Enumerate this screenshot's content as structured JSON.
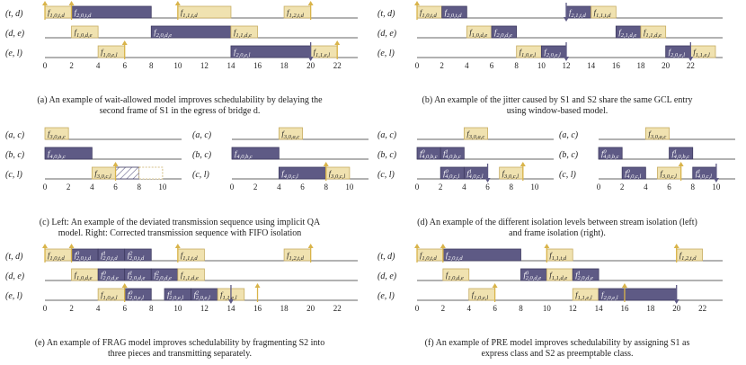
{
  "colors": {
    "tan": "#f0e2b0",
    "tan_stroke": "#c7ad62",
    "purple": "#5e5a85",
    "purple_stroke": "#3e3a60",
    "axis": "#333333",
    "arrow_up": "#d9b44a",
    "arrow_dn": "#5e5a85"
  },
  "panels": [
    {
      "id": "a",
      "caption": [
        "(a) An example of wait-allowed model improves schedulability by delaying the",
        "second frame of S1 in the egress of bridge d."
      ],
      "rows": [
        {
          "label": "(t, d)",
          "bars": [
            {
              "s": 0,
              "e": 2,
              "c": "t",
              "text": "f1,0,t,d"
            },
            {
              "s": 2,
              "e": 8,
              "c": "p",
              "text": "f2,0,t,d"
            },
            {
              "s": 10,
              "e": 14,
              "c": "t",
              "text": "f1,1,t,d"
            },
            {
              "s": 18,
              "e": 20,
              "c": "t",
              "text": "f1,2,t,d"
            }
          ],
          "arrows": [
            {
              "x": 0,
              "d": "up"
            },
            {
              "x": 2,
              "d": "up"
            },
            {
              "x": 10,
              "d": "up"
            },
            {
              "x": 20,
              "d": "up"
            }
          ]
        },
        {
          "label": "(d, e)",
          "bars": [
            {
              "s": 2,
              "e": 4,
              "c": "t",
              "text": "f1,0,d,e"
            },
            {
              "s": 8,
              "e": 14,
              "c": "p",
              "text": "f2,0,d,e"
            },
            {
              "s": 14,
              "e": 16,
              "c": "t",
              "text": "f1,1,d,e"
            }
          ],
          "arrows": []
        },
        {
          "label": "(e, l)",
          "bars": [
            {
              "s": 4,
              "e": 6,
              "c": "t",
              "text": "f1,0,e,l"
            },
            {
              "s": 14,
              "e": 20,
              "c": "p",
              "text": "f2,0,e,l"
            },
            {
              "s": 20,
              "e": 22,
              "c": "t",
              "text": "f1,1,e,l"
            }
          ],
          "arrows": [
            {
              "x": 6,
              "d": "up"
            },
            {
              "x": 20,
              "d": "dn"
            },
            {
              "x": 22,
              "d": "up"
            }
          ]
        }
      ],
      "ticks": [
        "0",
        "2",
        "4",
        "6",
        "8",
        "10",
        "12",
        "14",
        "16",
        "18",
        "20",
        "22"
      ]
    },
    {
      "id": "b",
      "caption": [
        "(b) An example of the jitter caused by S1 and S2 share the same GCL entry",
        "using window-based model."
      ],
      "rows": [
        {
          "label": "(t, d)",
          "bars": [
            {
              "s": 0,
              "e": 2,
              "c": "t",
              "text": "f1,0,t,d"
            },
            {
              "s": 2,
              "e": 4,
              "c": "p",
              "text": "f2,0,t,d"
            },
            {
              "s": 12,
              "e": 14,
              "c": "p",
              "text": "f2,1,t,d"
            },
            {
              "s": 14,
              "e": 16,
              "c": "t",
              "text": "f1,1,t,d"
            }
          ],
          "arrows": [
            {
              "x": 0,
              "d": "up"
            },
            {
              "x": 12,
              "d": "dn"
            }
          ]
        },
        {
          "label": "(d, e)",
          "bars": [
            {
              "s": 4,
              "e": 6,
              "c": "t",
              "text": "f1,0,d,e"
            },
            {
              "s": 6,
              "e": 8,
              "c": "p",
              "text": "f2,0,d,e"
            },
            {
              "s": 16,
              "e": 18,
              "c": "p",
              "text": "f2,1,d,e"
            },
            {
              "s": 18,
              "e": 20,
              "c": "t",
              "text": "f1,1,d,e"
            }
          ],
          "arrows": []
        },
        {
          "label": "(e, l)",
          "bars": [
            {
              "s": 8,
              "e": 10,
              "c": "t",
              "text": "f1,0,e,l"
            },
            {
              "s": 10,
              "e": 12,
              "c": "p",
              "text": "f2,0,e,l"
            },
            {
              "s": 20,
              "e": 22,
              "c": "p",
              "text": "f2,0,e,l"
            },
            {
              "s": 22,
              "e": 24,
              "c": "t",
              "text": "f1,1,e,l"
            }
          ],
          "arrows": [
            {
              "x": 12,
              "d": "dn"
            },
            {
              "x": 22,
              "d": "dn"
            }
          ]
        }
      ],
      "ticks": [
        "0",
        "2",
        "4",
        "6",
        "8",
        "10",
        "12",
        "14",
        "16",
        "18",
        "20",
        "22"
      ]
    },
    {
      "id": "c",
      "caption": [
        "(c) Left: An example of the deviated transmission sequence using implicit QA",
        "model. Right: Corrected transmission sequence with FIFO isolation"
      ],
      "subpanels": [
        {
          "rows": [
            {
              "label": "(a, c)",
              "bars": [
                {
                  "s": 0,
                  "e": 2,
                  "c": "t",
                  "text": "f3,0,a,c"
                }
              ],
              "arrows": []
            },
            {
              "label": "(b, c)",
              "bars": [
                {
                  "s": 0,
                  "e": 4,
                  "c": "p",
                  "text": "f4,0,b,c"
                }
              ],
              "arrows": []
            },
            {
              "label": "(c, l)",
              "bars": [
                {
                  "s": 4,
                  "e": 6,
                  "c": "t",
                  "text": "f3,0,c,l"
                },
                {
                  "s": 6,
                  "e": 8,
                  "c": "h",
                  "text": ""
                },
                {
                  "s": 8,
                  "e": 10,
                  "c": "o",
                  "text": ""
                }
              ],
              "arrows": [
                {
                  "x": 6,
                  "d": "up"
                }
              ]
            }
          ],
          "ticks": [
            "0",
            "2",
            "4",
            "6",
            "8",
            "10"
          ]
        },
        {
          "rows": [
            {
              "label": "(a, c)",
              "bars": [
                {
                  "s": 4,
                  "e": 6,
                  "c": "t",
                  "text": "f3,0,a,c"
                }
              ],
              "arrows": []
            },
            {
              "label": "(b, c)",
              "bars": [
                {
                  "s": 0,
                  "e": 4,
                  "c": "p",
                  "text": "f4,0,b,c"
                }
              ],
              "arrows": []
            },
            {
              "label": "(c, l)",
              "bars": [
                {
                  "s": 4,
                  "e": 8,
                  "c": "p",
                  "text": "f4,0,c,l"
                },
                {
                  "s": 8,
                  "e": 10,
                  "c": "t",
                  "text": "f3,0,c,l"
                }
              ],
              "arrows": [
                {
                  "x": 8,
                  "d": "up"
                }
              ]
            }
          ],
          "ticks": [
            "0",
            "2",
            "4",
            "6",
            "8",
            "10"
          ]
        }
      ]
    },
    {
      "id": "d",
      "caption": [
        "(d) An example of the different isolation levels between stream isolation (left)",
        "and frame isolation (right)."
      ],
      "subpanels": [
        {
          "rows": [
            {
              "label": "(a, c)",
              "bars": [
                {
                  "s": 4,
                  "e": 6,
                  "c": "t",
                  "text": "f3,0,a,c"
                }
              ],
              "arrows": []
            },
            {
              "label": "(b, c)",
              "bars": [
                {
                  "s": 0,
                  "e": 2,
                  "c": "p",
                  "text": "f0,4,0,b,c"
                },
                {
                  "s": 2,
                  "e": 4,
                  "c": "p",
                  "text": "f1,4,0,b,c"
                }
              ],
              "arrows": []
            },
            {
              "label": "(c, l)",
              "bars": [
                {
                  "s": 2,
                  "e": 4,
                  "c": "p",
                  "text": "f0,4,0,c,l"
                },
                {
                  "s": 4,
                  "e": 6,
                  "c": "p",
                  "text": "f1,4,0,c,l"
                },
                {
                  "s": 7,
                  "e": 9,
                  "c": "t",
                  "text": "f3,0,c,l"
                }
              ],
              "arrows": [
                {
                  "x": 6,
                  "d": "dn"
                },
                {
                  "x": 9,
                  "d": "up"
                }
              ]
            }
          ],
          "ticks": [
            "0",
            "2",
            "4",
            "6",
            "8",
            "10"
          ]
        },
        {
          "rows": [
            {
              "label": "(a, c)",
              "bars": [
                {
                  "s": 4,
                  "e": 6,
                  "c": "t",
                  "text": "f3,0,a,c"
                }
              ],
              "arrows": []
            },
            {
              "label": "(b, c)",
              "bars": [
                {
                  "s": 0,
                  "e": 2,
                  "c": "p",
                  "text": "f0,4,0,b,c"
                },
                {
                  "s": 6,
                  "e": 8,
                  "c": "p",
                  "text": "f1,4,0,b,c"
                }
              ],
              "arrows": []
            },
            {
              "label": "(c, l)",
              "bars": [
                {
                  "s": 2,
                  "e": 4,
                  "c": "p",
                  "text": "f0,4,0,c,l"
                },
                {
                  "s": 5,
                  "e": 7,
                  "c": "t",
                  "text": "f3,0,c,l"
                },
                {
                  "s": 8,
                  "e": 10,
                  "c": "p",
                  "text": "f1,4,0,c,l"
                }
              ],
              "arrows": [
                {
                  "x": 7,
                  "d": "up"
                },
                {
                  "x": 10,
                  "d": "dn"
                }
              ]
            }
          ],
          "ticks": [
            "0",
            "2",
            "4",
            "6",
            "8",
            "10"
          ]
        }
      ]
    },
    {
      "id": "e",
      "caption": [
        "(e) An example of FRAG model improves schedulability by fragmenting S2 into",
        "three pieces and transmitting separately."
      ],
      "rows": [
        {
          "label": "(t, d)",
          "bars": [
            {
              "s": 0,
              "e": 2,
              "c": "t",
              "text": "f1,0,t,d"
            },
            {
              "s": 2,
              "e": 4,
              "c": "p",
              "text": "f0,2,0,t,d"
            },
            {
              "s": 4,
              "e": 6,
              "c": "p",
              "text": "f1,2,0,t,d"
            },
            {
              "s": 6,
              "e": 8,
              "c": "p",
              "text": "f2,2,0,t,d"
            },
            {
              "s": 10,
              "e": 12,
              "c": "t",
              "text": "f1,1,t,d"
            },
            {
              "s": 18,
              "e": 20,
              "c": "t",
              "text": "f1,2,t,d"
            }
          ],
          "arrows": [
            {
              "x": 0,
              "d": "up"
            },
            {
              "x": 2,
              "d": "up"
            },
            {
              "x": 10,
              "d": "up"
            },
            {
              "x": 20,
              "d": "up"
            }
          ]
        },
        {
          "label": "(d, e)",
          "bars": [
            {
              "s": 2,
              "e": 4,
              "c": "t",
              "text": "f1,0,d,e"
            },
            {
              "s": 4,
              "e": 6,
              "c": "p",
              "text": "f0,2,0,d,e"
            },
            {
              "s": 6,
              "e": 8,
              "c": "p",
              "text": "f1,2,0,d,e"
            },
            {
              "s": 8,
              "e": 10,
              "c": "p",
              "text": "f2,2,0,d,e"
            },
            {
              "s": 10,
              "e": 12,
              "c": "t",
              "text": "f1,1,d,e"
            }
          ],
          "arrows": []
        },
        {
          "label": "(e, l)",
          "bars": [
            {
              "s": 4,
              "e": 6,
              "c": "t",
              "text": "f1,0,e,l"
            },
            {
              "s": 6,
              "e": 8,
              "c": "p",
              "text": "f0,2,0,e,l"
            },
            {
              "s": 9,
              "e": 11,
              "c": "p",
              "text": "f1,2,0,e,l"
            },
            {
              "s": 11,
              "e": 13,
              "c": "p",
              "text": "f2,2,0,e,l"
            },
            {
              "s": 13,
              "e": 15,
              "c": "t",
              "text": "f1,1,e,l"
            }
          ],
          "arrows": [
            {
              "x": 6,
              "d": "up"
            },
            {
              "x": 14,
              "d": "dn"
            },
            {
              "x": 16,
              "d": "up"
            }
          ]
        }
      ],
      "ticks": [
        "0",
        "2",
        "4",
        "6",
        "8",
        "10",
        "12",
        "14",
        "16",
        "18",
        "20",
        "22"
      ]
    },
    {
      "id": "f",
      "caption": [
        "(f) An example of PRE model improves schedulability by assigning S1 as",
        "express class and S2 as preemptable class."
      ],
      "rows": [
        {
          "label": "(t, d)",
          "bars": [
            {
              "s": 0,
              "e": 2,
              "c": "t",
              "text": "f1,0,t,d"
            },
            {
              "s": 2,
              "e": 8,
              "c": "p",
              "text": "f2,0,t,d"
            },
            {
              "s": 10,
              "e": 12,
              "c": "t",
              "text": "f1,1,t,d"
            },
            {
              "s": 20,
              "e": 22,
              "c": "t",
              "text": "f1,2,t,d"
            }
          ],
          "arrows": [
            {
              "x": 0,
              "d": "up"
            },
            {
              "x": 2,
              "d": "up"
            },
            {
              "x": 10,
              "d": "up"
            },
            {
              "x": 20,
              "d": "up"
            }
          ]
        },
        {
          "label": "(d, e)",
          "bars": [
            {
              "s": 2,
              "e": 4,
              "c": "t",
              "text": "f1,0,d,e"
            },
            {
              "s": 8,
              "e": 10,
              "c": "p",
              "text": "f0,2,0,d,e"
            },
            {
              "s": 10,
              "e": 12,
              "c": "t",
              "text": "f1,1,d,e"
            },
            {
              "s": 12,
              "e": 14,
              "c": "p",
              "text": "f1,2,0,d,e"
            }
          ],
          "arrows": []
        },
        {
          "label": "(e, l)",
          "bars": [
            {
              "s": 4,
              "e": 6,
              "c": "t",
              "text": "f1,0,e,l"
            },
            {
              "s": 12,
              "e": 14,
              "c": "t",
              "text": "f1,1,e,l"
            },
            {
              "s": 14,
              "e": 20,
              "c": "p",
              "text": "f2,0,e,l"
            }
          ],
          "arrows": [
            {
              "x": 6,
              "d": "up"
            },
            {
              "x": 16,
              "d": "up"
            },
            {
              "x": 20,
              "d": "dn"
            }
          ]
        }
      ],
      "ticks": [
        "0",
        "2",
        "4",
        "6",
        "8",
        "10",
        "12",
        "14",
        "16",
        "18",
        "20",
        "22"
      ]
    }
  ]
}
